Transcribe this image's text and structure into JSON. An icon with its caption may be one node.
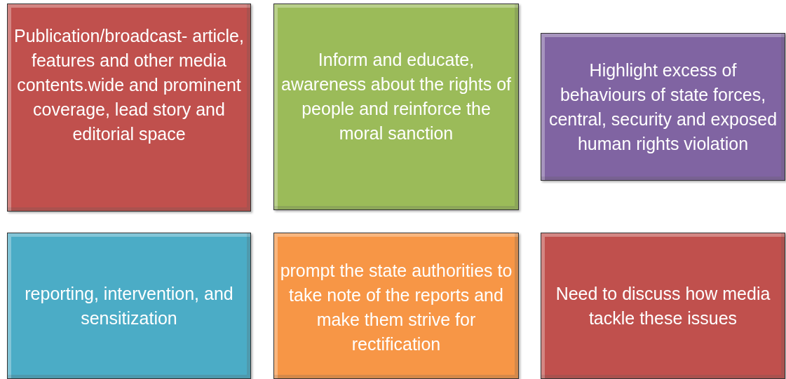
{
  "diagram": {
    "nodes": [
      {
        "text": [
          "Publication/broadcast- article, features and other media contents.wide and prominent coverage, lead story and editorial space"
        ]
      },
      {
        "text": [
          "Inform and educate, awareness about the rights of people and reinforce the moral sanction"
        ]
      },
      {
        "text": [
          "Highlight excess of behaviours of state forces, central, security and exposed  human rights violation"
        ]
      },
      {
        "text": [
          "reporting, intervention, and sensitization"
        ]
      },
      {
        "text": [
          "prompt the state authorities to take note of the reports and make them strive for rectification"
        ]
      },
      {
        "text": [
          "Need to discuss how media tackle these issues"
        ]
      }
    ]
  }
}
